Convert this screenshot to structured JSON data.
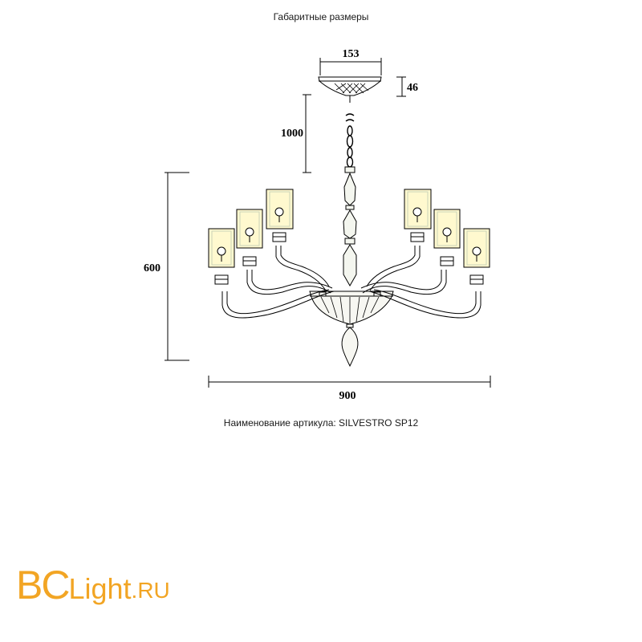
{
  "title": "Габаритные размеры",
  "dimensions": {
    "canopy_width": "153",
    "canopy_height": "46",
    "chain_length": "1000",
    "height": "600",
    "width": "900"
  },
  "article_caption": "Наименование артикула: SILVESTRO SP12",
  "logo": {
    "text_main": "BC",
    "text_light": "Light",
    "text_dot_ru": ".RU",
    "color": "#f2a524"
  },
  "colors": {
    "line": "#000000",
    "glass": "#c9d2b8",
    "shade_fill": "#fff9cf"
  }
}
